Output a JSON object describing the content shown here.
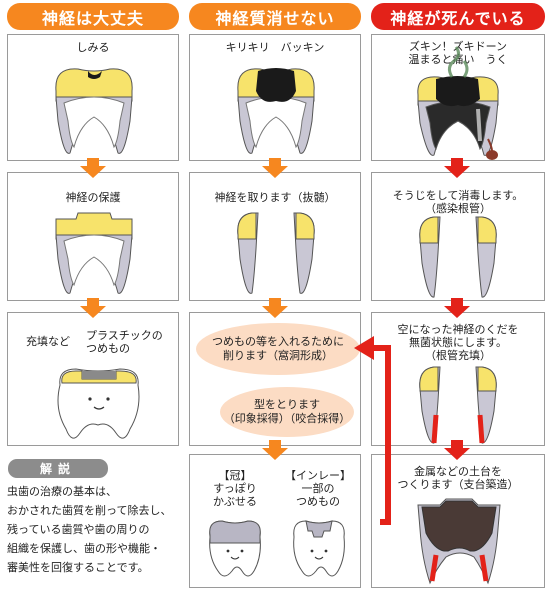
{
  "headers": {
    "col1": "神経は大丈夫",
    "col2": "神経質消せない",
    "col3": "神経が死んでいる"
  },
  "col1": {
    "row1": "しみる",
    "row2": "神経の保護",
    "row3_left": "充填など",
    "row3_right": "プラスチックの\nつめもの"
  },
  "col2": {
    "row1": "キリキリ　バッキン",
    "row2": "神経を取ります（抜髄）",
    "bubble1": "つめもの等を入れるために\n削ります（窩洞形成）",
    "bubble2": "型をとります\n（印象採得）（咬合採得）",
    "row4_left": "【冠】\nすっぽり\nかぶせる",
    "row4_right": "【インレー】\n一部の\nつめもの"
  },
  "col3": {
    "row1": "ズキン！ズキドーン\n温まると痛い　うく",
    "row2": "そうじをして消毒します。\n（感染根管）",
    "row3": "空になった神経のくだを\n無菌状態にします。\n（根管充填）",
    "row4": "金属などの土台を\nつくります（支台築造）"
  },
  "note": {
    "title": "解説",
    "body": "虫歯の治療の基本は、\nおかされた歯質を削って除去し、\n残っている歯質や歯の周りの\n組織を保護し、歯の形や機能・\n審美性を回復することです。"
  },
  "colors": {
    "orange": "#f6871f",
    "red": "#e32219",
    "enamel": "#f7e36b",
    "dentin": "#c9c7d4",
    "bubble": "#fcdcc4",
    "decay": "#1a1a1a",
    "core": "#4a3a36",
    "filling": "#8b3a2a"
  }
}
